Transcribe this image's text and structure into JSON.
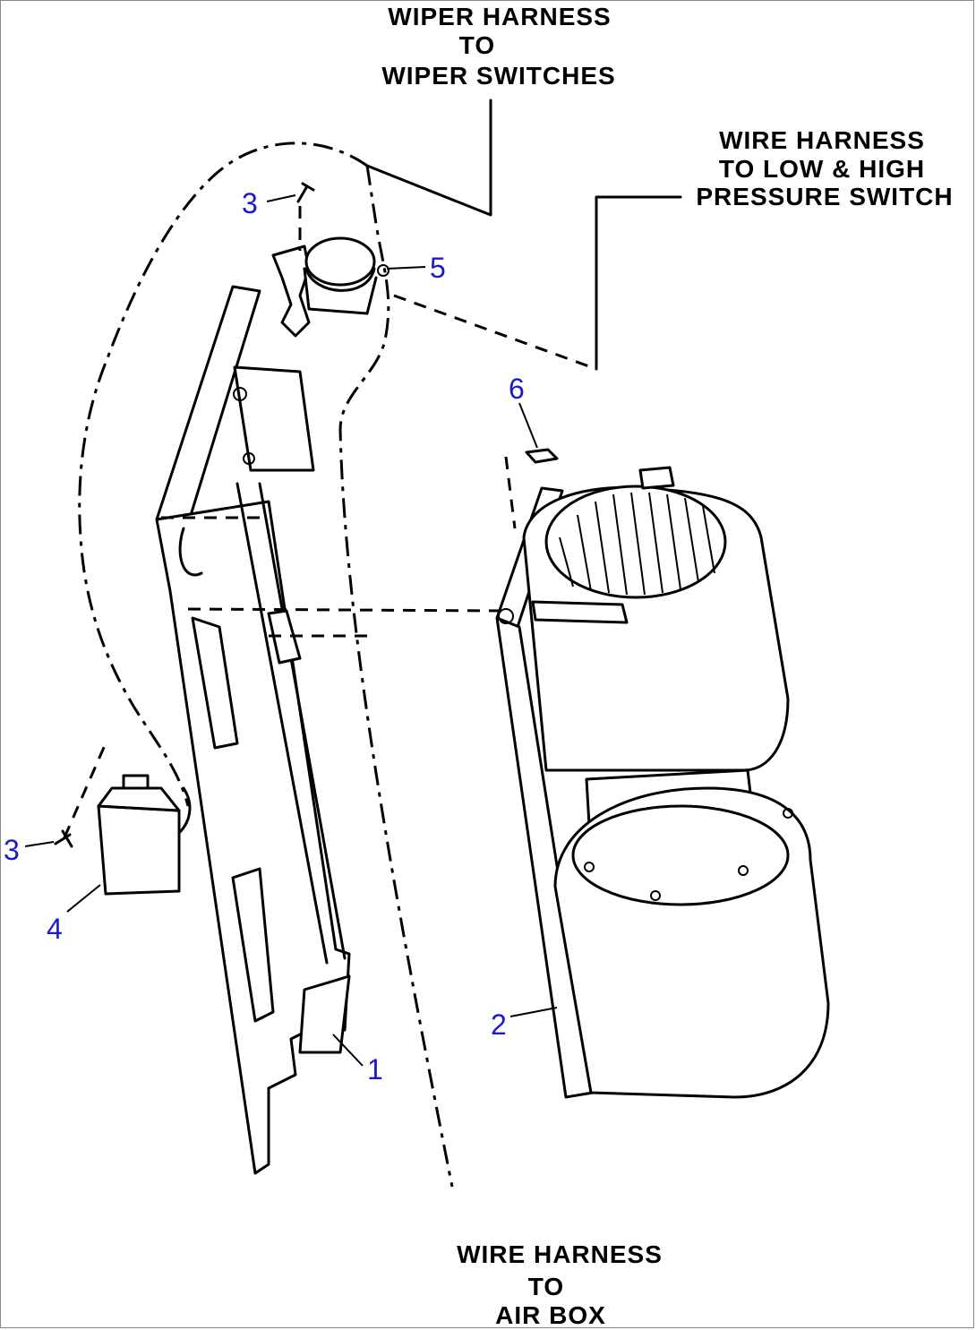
{
  "captions": {
    "wiper_harness": [
      "WIPER HARNESS",
      "TO",
      "WIPER SWITCHES"
    ],
    "pressure_harness": [
      "WIRE HARNESS",
      "TO LOW & HIGH",
      "PRESSURE SWITCH"
    ],
    "airbox_harness": [
      "WIRE HARNESS",
      "TO",
      "AIR BOX"
    ]
  },
  "callouts": {
    "screw_top": "3",
    "switch": "5",
    "screw_blower": "6",
    "screw_left": "3",
    "relay": "4",
    "panel": "1",
    "blower": "2"
  },
  "colors": {
    "callout": "#1a1acc",
    "line": "#000000"
  }
}
